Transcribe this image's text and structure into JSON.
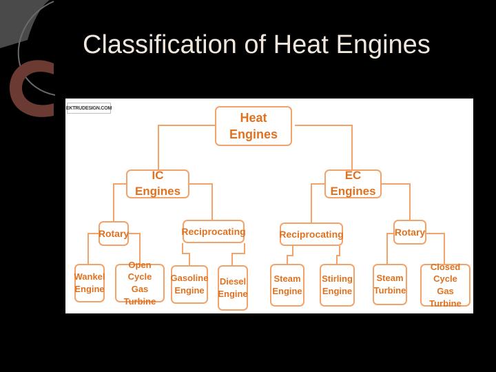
{
  "slide": {
    "title": "Classification of Heat Engines"
  },
  "diagram": {
    "watermark": "EKTRUDESIGN.COM",
    "root": "Heat Engines",
    "ic_engines": "IC Engines",
    "ec_engines": "EC Engines",
    "ic_rotary": "Rotary",
    "ic_reciprocating": "Reciprocating",
    "ec_reciprocating": "Reciprocating",
    "ec_rotary": "Rotary",
    "leaves": {
      "wankel": [
        "Wankel",
        "Engine"
      ],
      "open_cycle": [
        "Open Cycle",
        "Gas Turbine"
      ],
      "gasoline": [
        "Gasoline",
        "Engine"
      ],
      "diesel": [
        "Diesel",
        "Engine"
      ],
      "steam_engine": [
        "Steam",
        "Engine"
      ],
      "stirling": [
        "Stirling",
        "Engine"
      ],
      "steam_turbine": [
        "Steam",
        "Turbine"
      ],
      "closed_cycle": [
        "Closed Cycle",
        "Gas Turbine"
      ]
    }
  },
  "colors": {
    "accent": "#e0711f",
    "node_border": "#f3a26a",
    "connector": "#f3a26a",
    "title_text": "#f0e6dc",
    "deco_gray": "#4a4a4a",
    "deco_brown": "#6b3a32"
  }
}
